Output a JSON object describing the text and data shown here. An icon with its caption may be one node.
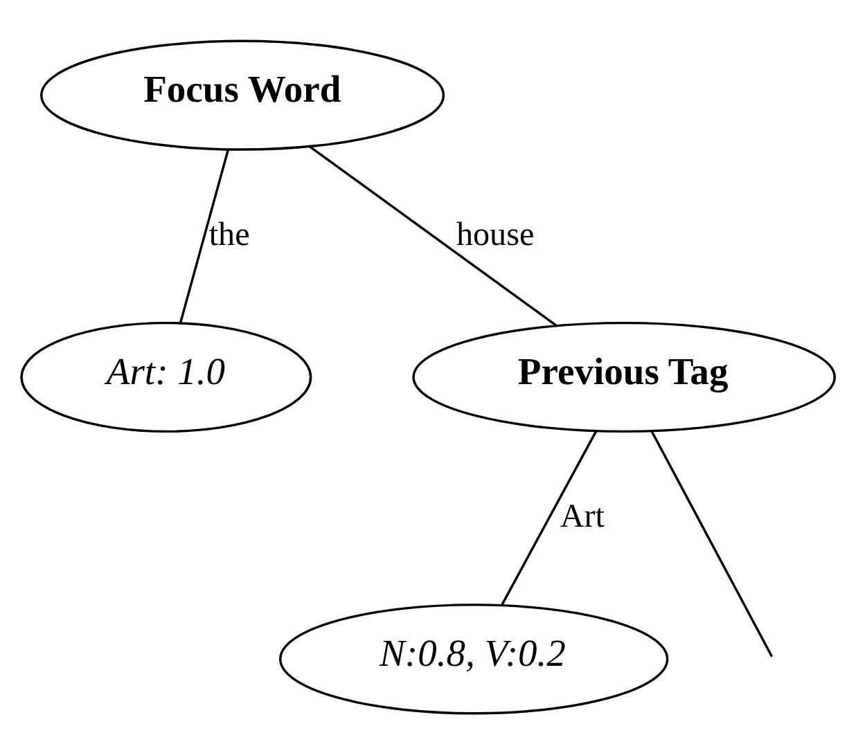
{
  "diagram": {
    "nodes": [
      {
        "text": [
          "Focus Word"
        ]
      },
      {
        "text": [
          "Art: 1.0"
        ]
      },
      {
        "text": [
          "Previous Tag"
        ]
      },
      {
        "text": [
          "N:0.8, V:0.2"
        ]
      }
    ],
    "edges": [
      {
        "from": 0,
        "to": 1,
        "label": "the",
        "arrow": "none"
      },
      {
        "from": 0,
        "to": 2,
        "label": "house",
        "arrow": "none"
      },
      {
        "from": 2,
        "to": 3,
        "label": "Art",
        "arrow": "none"
      },
      {
        "from": 2,
        "to": null,
        "arrow": "none"
      }
    ]
  }
}
